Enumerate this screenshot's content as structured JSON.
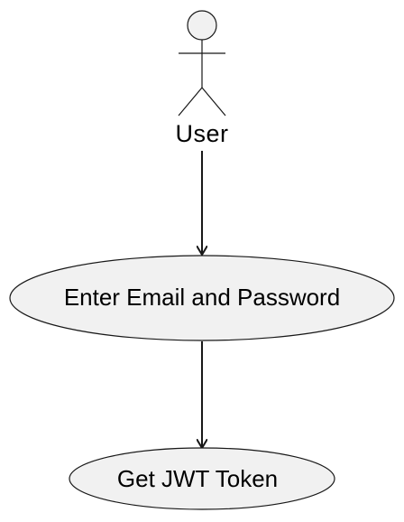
{
  "diagram": {
    "actor": {
      "label": "User"
    },
    "use_cases": [
      {
        "label": "Enter Email and Password"
      },
      {
        "label": "Get JWT Token"
      }
    ],
    "connections": [
      {
        "from": "User",
        "to": "Enter Email and Password"
      },
      {
        "from": "Enter Email and Password",
        "to": "Get JWT Token"
      }
    ],
    "colors": {
      "node_fill": "#f1f1f1",
      "stroke": "#181818",
      "text": "#000000",
      "background": "#ffffff"
    }
  }
}
